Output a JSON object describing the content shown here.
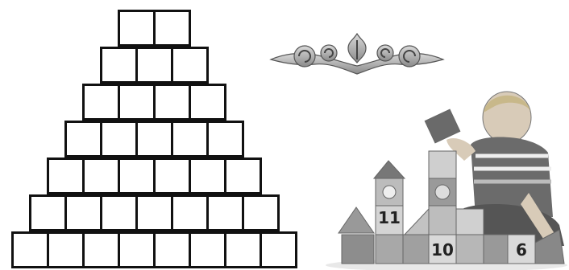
{
  "pyramid": {
    "rows": [
      2,
      3,
      4,
      5,
      6,
      7,
      8
    ]
  },
  "ornament": {
    "icon": "decorative-scroll-ornament-icon"
  },
  "scene": {
    "description_icon": "child-with-blocks-illustration",
    "block_numbers": [
      "11",
      "10",
      "6"
    ]
  },
  "colors": {
    "grid_line": "#111111",
    "background": "#ffffff",
    "ornament_fill": "#b8b8b8"
  }
}
